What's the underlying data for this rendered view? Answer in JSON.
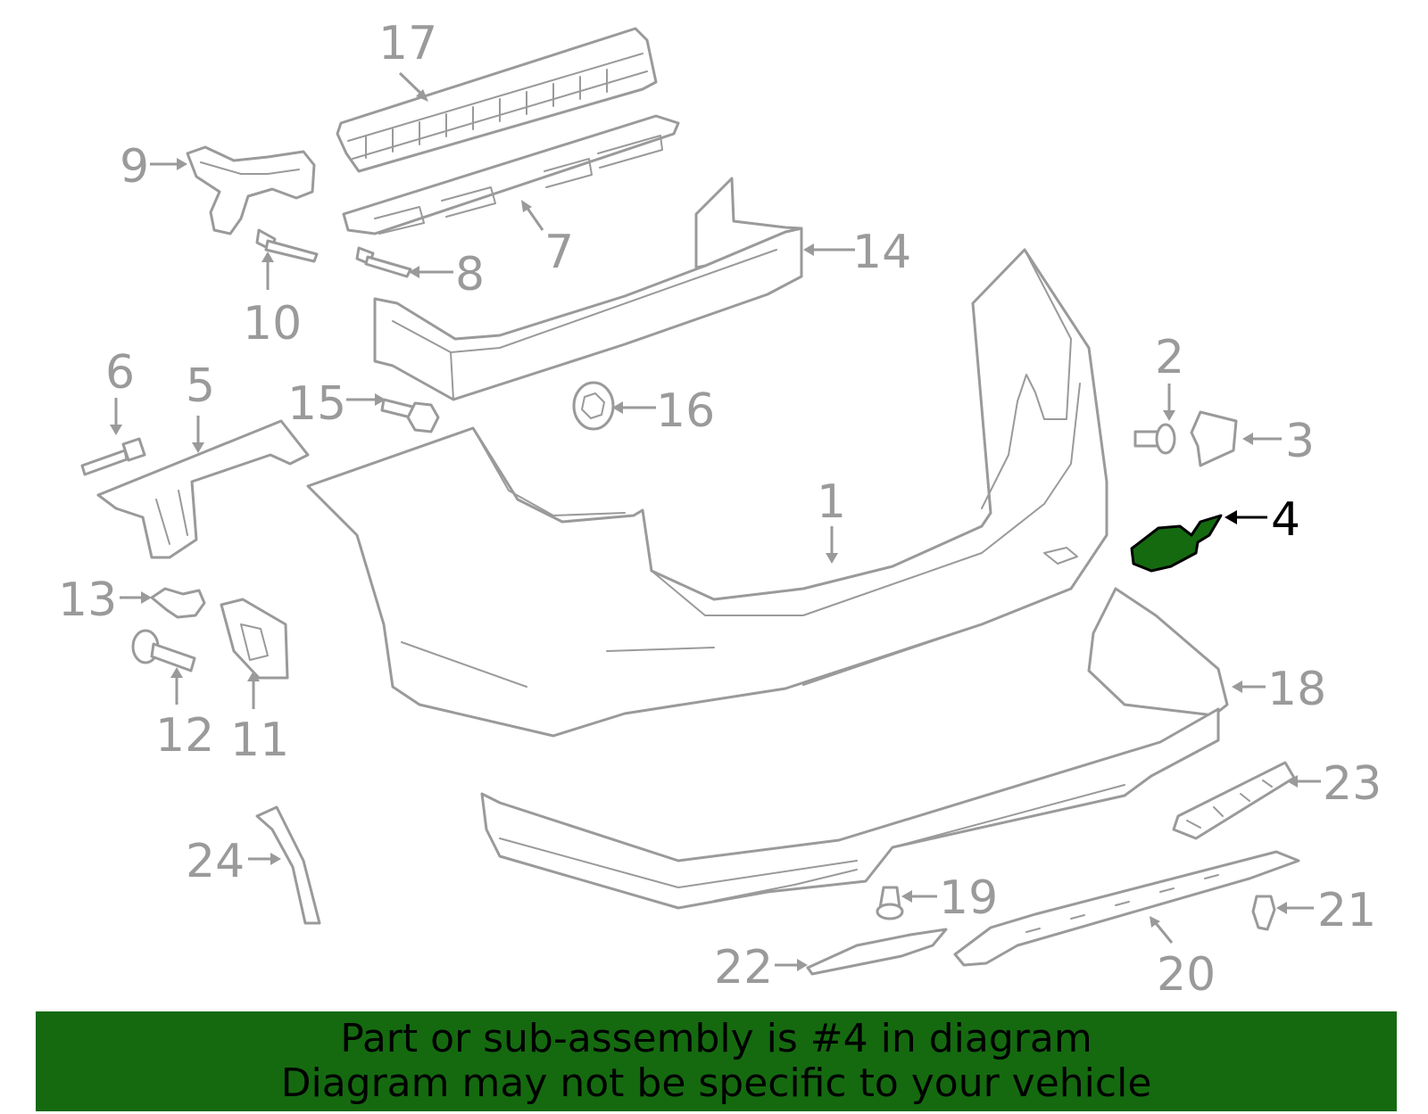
{
  "diagram": {
    "highlighted_part": "4",
    "highlight_color": "#156a10",
    "line_color": "#9a9a9a",
    "callouts": [
      {
        "number": "1"
      },
      {
        "number": "2"
      },
      {
        "number": "3"
      },
      {
        "number": "4"
      },
      {
        "number": "5"
      },
      {
        "number": "6"
      },
      {
        "number": "7"
      },
      {
        "number": "8"
      },
      {
        "number": "9"
      },
      {
        "number": "10"
      },
      {
        "number": "11"
      },
      {
        "number": "12"
      },
      {
        "number": "13"
      },
      {
        "number": "14"
      },
      {
        "number": "15"
      },
      {
        "number": "16"
      },
      {
        "number": "17"
      },
      {
        "number": "18"
      },
      {
        "number": "19"
      },
      {
        "number": "20"
      },
      {
        "number": "21"
      },
      {
        "number": "22"
      },
      {
        "number": "23"
      },
      {
        "number": "24"
      }
    ]
  },
  "banner": {
    "line1": "Part or sub-assembly is #4 in diagram",
    "line2": "Diagram may not be specific to your vehicle",
    "background": "#156a10"
  }
}
